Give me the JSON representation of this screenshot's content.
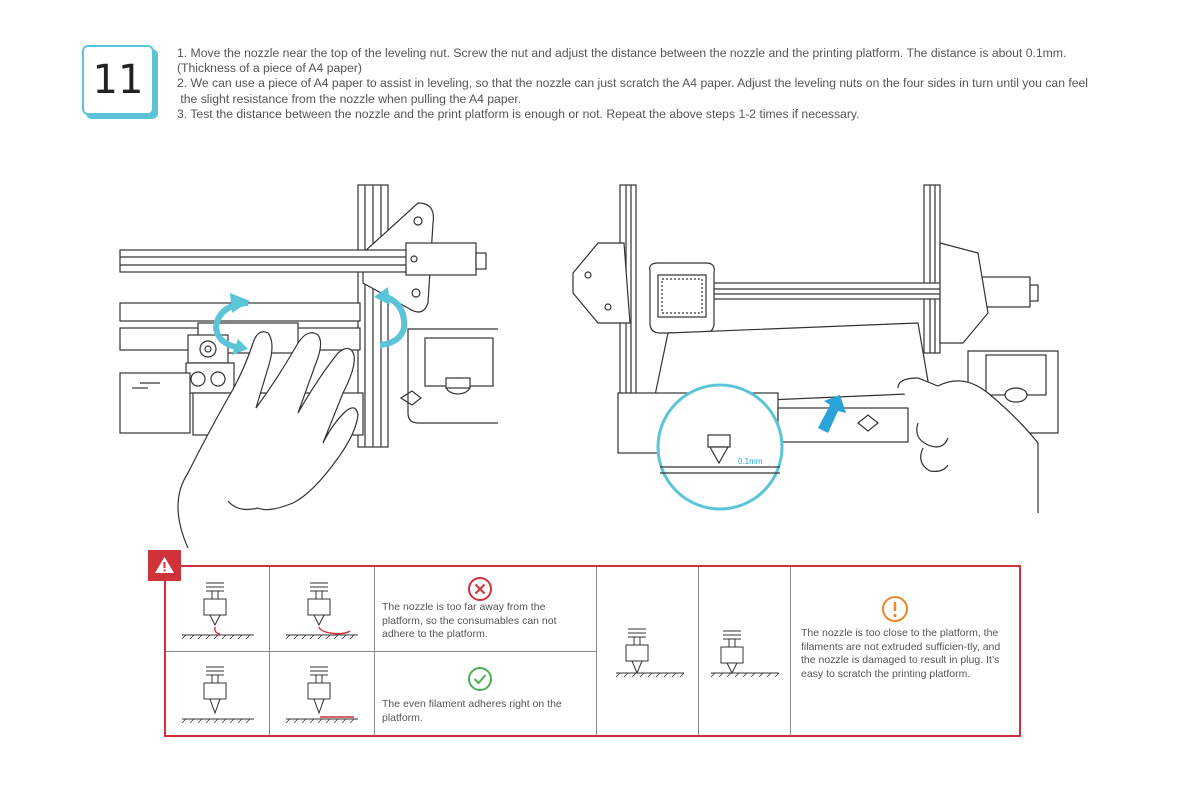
{
  "step": {
    "number": "11"
  },
  "instructions": [
    "1. Move the nozzle near the top of the leveling nut. Screw the nut and adjust the distance between the nozzle and the printing platform. The distance is about 0.1mm.",
    "(Thickness of a piece of A4 paper)",
    "2. We can use a piece of A4 paper to assist in leveling, so that the nozzle can just scratch the A4 paper. Adjust the leveling nuts on the four sides in turn until you can feel",
    " the slight resistance from the nozzle when pulling the A4 paper.",
    "3. Test the distance between the nozzle and the print platform is enough or not. Repeat the above steps 1-2 times if necessary."
  ],
  "illustration_right": {
    "gap_label": "0.1mm"
  },
  "warning_table": {
    "too_far": "The nozzle is too far away from the platform, so the consumables can not adhere to the platform.",
    "good": "The even filament adheres right on the platform.",
    "too_close": "The nozzle is too close to the platform, the filaments are not extruded sufficien-tly, and the nozzle is damaged to result in plug. It’s easy to scratch the printing platform."
  },
  "colors": {
    "accent": "#5bc4d8",
    "warning": "#d0323a",
    "error": "#d0323a",
    "ok": "#4caf50",
    "caution": "#e8862a"
  }
}
